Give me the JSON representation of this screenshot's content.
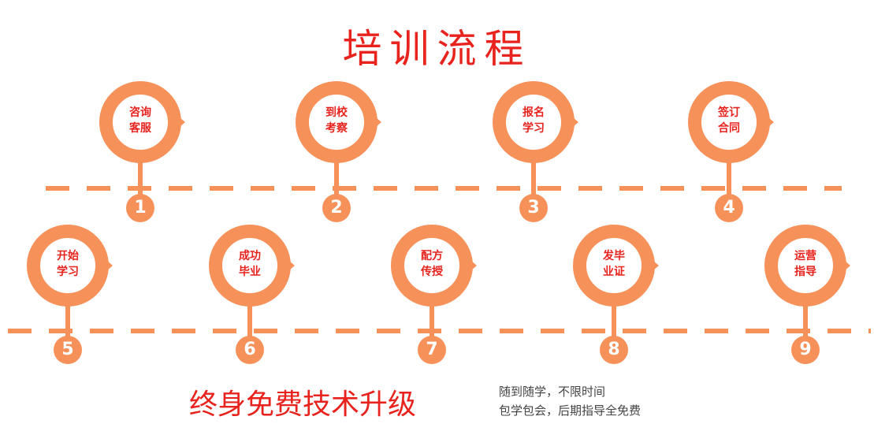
{
  "title": "培训流程",
  "accent_color": "#f7915a",
  "text_color": "#e8221d",
  "steps": [
    {
      "number": "1",
      "line1": "咨询",
      "line2": "客服"
    },
    {
      "number": "2",
      "line1": "到校",
      "line2": "考察"
    },
    {
      "number": "3",
      "line1": "报名",
      "line2": "学习"
    },
    {
      "number": "4",
      "line1": "签订",
      "line2": "合同"
    },
    {
      "number": "5",
      "line1": "开始",
      "line2": "学习"
    },
    {
      "number": "6",
      "line1": "成功",
      "line2": "毕业"
    },
    {
      "number": "7",
      "line1": "配方",
      "line2": "传授"
    },
    {
      "number": "8",
      "line1": "发毕",
      "line2": "业证"
    },
    {
      "number": "9",
      "line1": "运营",
      "line2": "指导"
    }
  ],
  "slogan": "终身免费技术升级",
  "note": {
    "line1": "随到随学，不限时间",
    "line2": "包学包会，后期指导全免费"
  }
}
